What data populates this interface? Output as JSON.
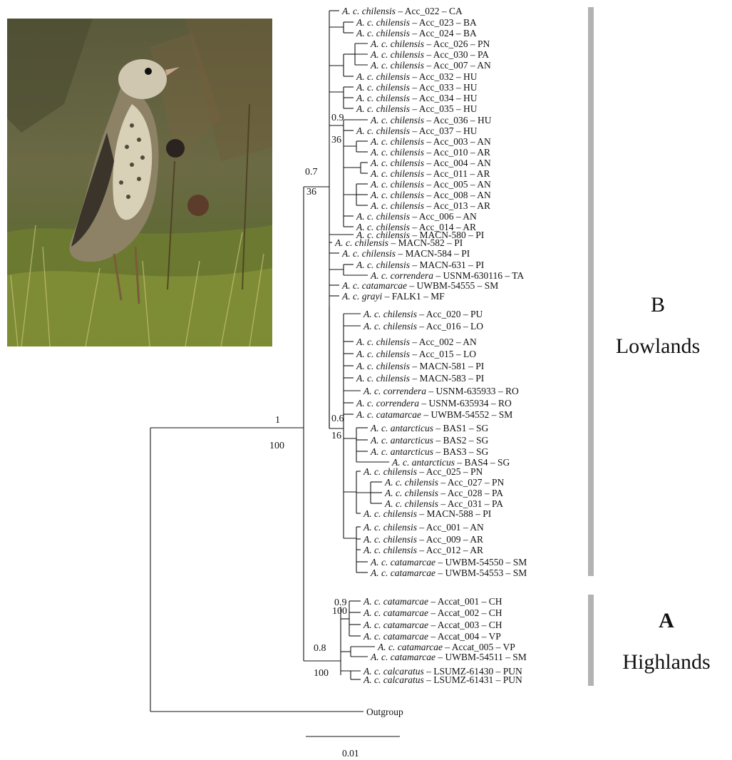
{
  "photo": {
    "subject": "bird-illustration"
  },
  "colors": {
    "clade_bar": "#b3b3b3",
    "line": "#111111"
  },
  "tree": {
    "lowland_taxa": [
      {
        "taxon": "A. c. chilensis",
        "id": "Acc_022",
        "loc": "CA"
      },
      {
        "taxon": "A. c. chilensis",
        "id": "Acc_023",
        "loc": "BA"
      },
      {
        "taxon": "A. c. chilensis",
        "id": "Acc_024",
        "loc": "BA"
      },
      {
        "taxon": "A. c. chilensis",
        "id": "Acc_026",
        "loc": "PN"
      },
      {
        "taxon": "A. c. chilensis",
        "id": "Acc_030",
        "loc": "PA"
      },
      {
        "taxon": "A. c. chilensis",
        "id": "Acc_007",
        "loc": "AN"
      },
      {
        "taxon": "A. c. chilensis",
        "id": "Acc_032",
        "loc": "HU"
      },
      {
        "taxon": "A. c. chilensis",
        "id": "Acc_033",
        "loc": "HU"
      },
      {
        "taxon": "A. c. chilensis",
        "id": "Acc_034",
        "loc": "HU"
      },
      {
        "taxon": "A. c. chilensis",
        "id": "Acc_035",
        "loc": "HU"
      },
      {
        "taxon": "A. c. chilensis",
        "id": "Acc_036",
        "loc": "HU"
      },
      {
        "taxon": "A. c. chilensis",
        "id": "Acc_037",
        "loc": "HU"
      },
      {
        "taxon": "A. c. chilensis",
        "id": "Acc_003",
        "loc": "AN"
      },
      {
        "taxon": "A. c. chilensis",
        "id": "Acc_010",
        "loc": "AR"
      },
      {
        "taxon": "A. c. chilensis",
        "id": "Acc_004",
        "loc": "AN"
      },
      {
        "taxon": "A. c. chilensis",
        "id": "Acc_011",
        "loc": "AR"
      },
      {
        "taxon": "A. c. chilensis",
        "id": "Acc_005",
        "loc": "AN"
      },
      {
        "taxon": "A. c. chilensis",
        "id": "Acc_008",
        "loc": "AN"
      },
      {
        "taxon": "A. c. chilensis",
        "id": "Acc_013",
        "loc": "AR"
      },
      {
        "taxon": "A. c. chilensis",
        "id": "Acc_006",
        "loc": "AN"
      },
      {
        "taxon": "A. c. chilensis",
        "id": "Acc_014",
        "loc": "AR"
      },
      {
        "taxon": "A. c. chilensis",
        "id": "MACN-580",
        "loc": "PI"
      },
      {
        "taxon": "A. c. chilensis",
        "id": "MACN-582",
        "loc": "PI"
      },
      {
        "taxon": "A. c. chilensis",
        "id": "MACN-584",
        "loc": "PI"
      },
      {
        "taxon": "A. c. chilensis",
        "id": "MACN-631",
        "loc": "PI"
      },
      {
        "taxon": "A. c. correndera",
        "id": "USNM-630116",
        "loc": "TA"
      },
      {
        "taxon": "A. c. catamarcae",
        "id": "UWBM-54555",
        "loc": "SM"
      },
      {
        "taxon": "A. c. grayi",
        "id": "FALK1",
        "loc": "MF"
      },
      {
        "taxon": "A. c. chilensis",
        "id": "Acc_020",
        "loc": "PU"
      },
      {
        "taxon": "A. c. chilensis",
        "id": "Acc_016",
        "loc": "LO"
      },
      {
        "taxon": "A. c. chilensis",
        "id": "Acc_002",
        "loc": "AN"
      },
      {
        "taxon": "A. c. chilensis",
        "id": "Acc_015",
        "loc": "LO"
      },
      {
        "taxon": "A. c. chilensis",
        "id": "MACN-581",
        "loc": "PI"
      },
      {
        "taxon": "A. c. chilensis",
        "id": "MACN-583",
        "loc": "PI"
      },
      {
        "taxon": "A. c. correndera",
        "id": "USNM-635933",
        "loc": "RO"
      },
      {
        "taxon": "A. c. correndera",
        "id": "USNM-635934",
        "loc": "RO"
      },
      {
        "taxon": "A. c. catamarcae",
        "id": "UWBM-54552",
        "loc": "SM"
      },
      {
        "taxon": "A. c. antarcticus",
        "id": "BAS1",
        "loc": "SG"
      },
      {
        "taxon": "A. c. antarcticus",
        "id": "BAS2",
        "loc": "SG"
      },
      {
        "taxon": "A. c. antarcticus",
        "id": "BAS3",
        "loc": "SG"
      },
      {
        "taxon": "A. c. antarcticus",
        "id": "BAS4",
        "loc": "SG"
      },
      {
        "taxon": "A. c. chilensis",
        "id": "Acc_025",
        "loc": "PN"
      },
      {
        "taxon": "A. c. chilensis",
        "id": "Acc_027",
        "loc": "PN"
      },
      {
        "taxon": "A. c. chilensis",
        "id": "Acc_028",
        "loc": "PA"
      },
      {
        "taxon": "A. c. chilensis",
        "id": "Acc_031",
        "loc": "PA"
      },
      {
        "taxon": "A. c. chilensis",
        "id": "MACN-588",
        "loc": "PI"
      },
      {
        "taxon": "A. c. chilensis",
        "id": "Acc_001",
        "loc": "AN"
      },
      {
        "taxon": "A. c. chilensis",
        "id": "Acc_009",
        "loc": "AR"
      },
      {
        "taxon": "A. c. chilensis",
        "id": "Acc_012",
        "loc": "AR"
      },
      {
        "taxon": "A. c. catamarcae",
        "id": "UWBM-54550",
        "loc": "SM"
      },
      {
        "taxon": "A. c. catamarcae",
        "id": "UWBM-54553",
        "loc": "SM"
      }
    ],
    "highland_taxa": [
      {
        "taxon": "A. c. catamarcae",
        "id": "Accat_001",
        "loc": "CH"
      },
      {
        "taxon": "A. c. catamarcae",
        "id": "Accat_002",
        "loc": "CH"
      },
      {
        "taxon": "A. c. catamarcae",
        "id": "Accat_003",
        "loc": "CH"
      },
      {
        "taxon": "A. c. catamarcae",
        "id": "Accat_004",
        "loc": "VP"
      },
      {
        "taxon": "A. c. catamarcae",
        "id": "Accat_005",
        "loc": "VP"
      },
      {
        "taxon": "A. c. catamarcae",
        "id": "UWBM-54511",
        "loc": "SM"
      },
      {
        "taxon": "A. c. calcaratus",
        "id": "LSUMZ-61430",
        "loc": "PUN"
      },
      {
        "taxon": "A. c. calcaratus",
        "id": "LSUMZ-61431",
        "loc": "PUN"
      }
    ],
    "outgroup": "Outgroup",
    "support": {
      "root_pp": "1",
      "root_bs": "100",
      "lowland_pp": "0.7",
      "lowland_bs": "36",
      "sub1_pp": "0.9",
      "sub1_bs": "36",
      "sub2_pp": "0.6",
      "sub2_bs": "16",
      "highland_pp": "0.8",
      "highland_bs": "100",
      "highsub_pp": "0.9",
      "highsub_bs": "100"
    },
    "scale_bar_label": "0.01"
  },
  "clades": {
    "B": {
      "letter": "B",
      "name": "Lowlands"
    },
    "A": {
      "letter": "A",
      "name": "Highlands"
    }
  }
}
